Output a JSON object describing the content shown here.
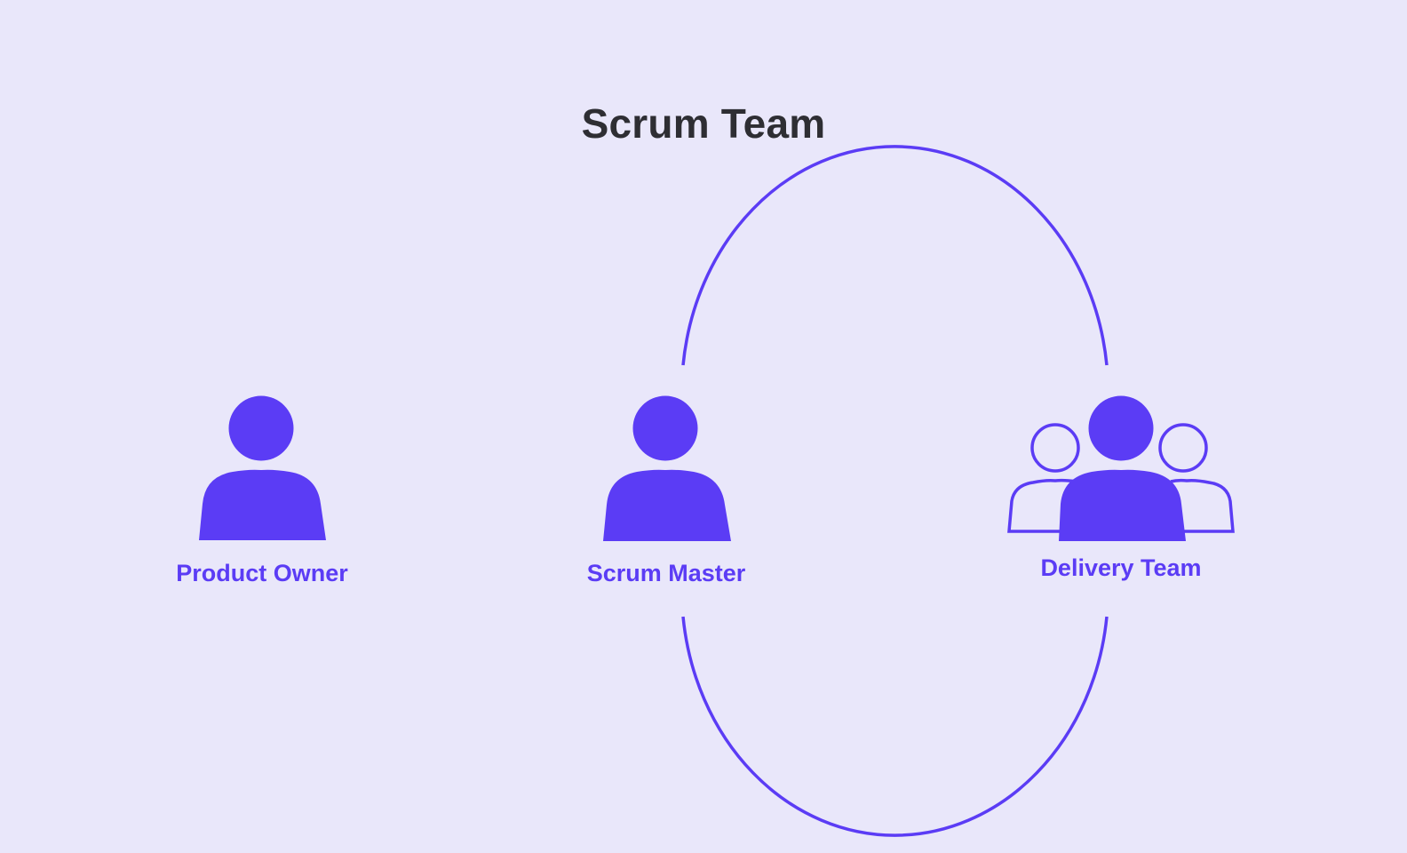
{
  "title": "Scrum Team",
  "colors": {
    "background": "#e9e7fa",
    "accent": "#5b3cf5",
    "title_text": "#2e2e33"
  },
  "roles": [
    {
      "label": "Product Owner",
      "icon": "person-icon"
    },
    {
      "label": "Scrum Master",
      "icon": "person-icon"
    },
    {
      "label": "Delivery Team",
      "icon": "group-icon"
    }
  ]
}
